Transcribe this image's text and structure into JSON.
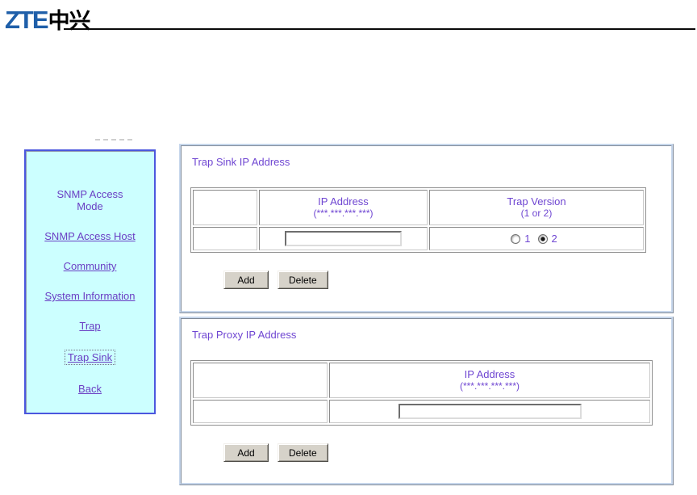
{
  "colors": {
    "accent_purple": "#6f46d2",
    "link_purple": "#6a3fc4",
    "sidebar_bg": "#ccffff",
    "sidebar_border": "#4b57de",
    "panel_border": "#c7d7ec",
    "logo_blue": "#1f5fa9"
  },
  "header": {
    "logo_zte": "ZTE",
    "logo_cn": "中兴"
  },
  "sidebar": {
    "items": [
      {
        "label": "SNMP Access Mode"
      },
      {
        "label": "SNMP Access Host"
      },
      {
        "label": "Community"
      },
      {
        "label": "System Information"
      },
      {
        "label": "Trap"
      },
      {
        "label": "Trap Sink",
        "focused": true
      },
      {
        "label": "Back"
      }
    ]
  },
  "trap_sink_panel": {
    "title": "Trap Sink IP Address",
    "table": {
      "ip_header": "IP Address",
      "ip_format_hint": "(***.***.***.***)",
      "version_header": "Trap Version",
      "version_hint": "(1 or 2)",
      "ip_value": "",
      "version_options": {
        "option1_label": "1",
        "option2_label": "2",
        "selected": "2",
        "option2_checked_attr": "checked"
      }
    },
    "add_label": "Add",
    "delete_label": "Delete"
  },
  "trap_proxy_panel": {
    "title": "Trap Proxy IP Address",
    "table": {
      "ip_header": "IP Address",
      "ip_format_hint": "(***.***.***.***)",
      "ip_value": ""
    },
    "add_label": "Add",
    "delete_label": "Delete"
  }
}
